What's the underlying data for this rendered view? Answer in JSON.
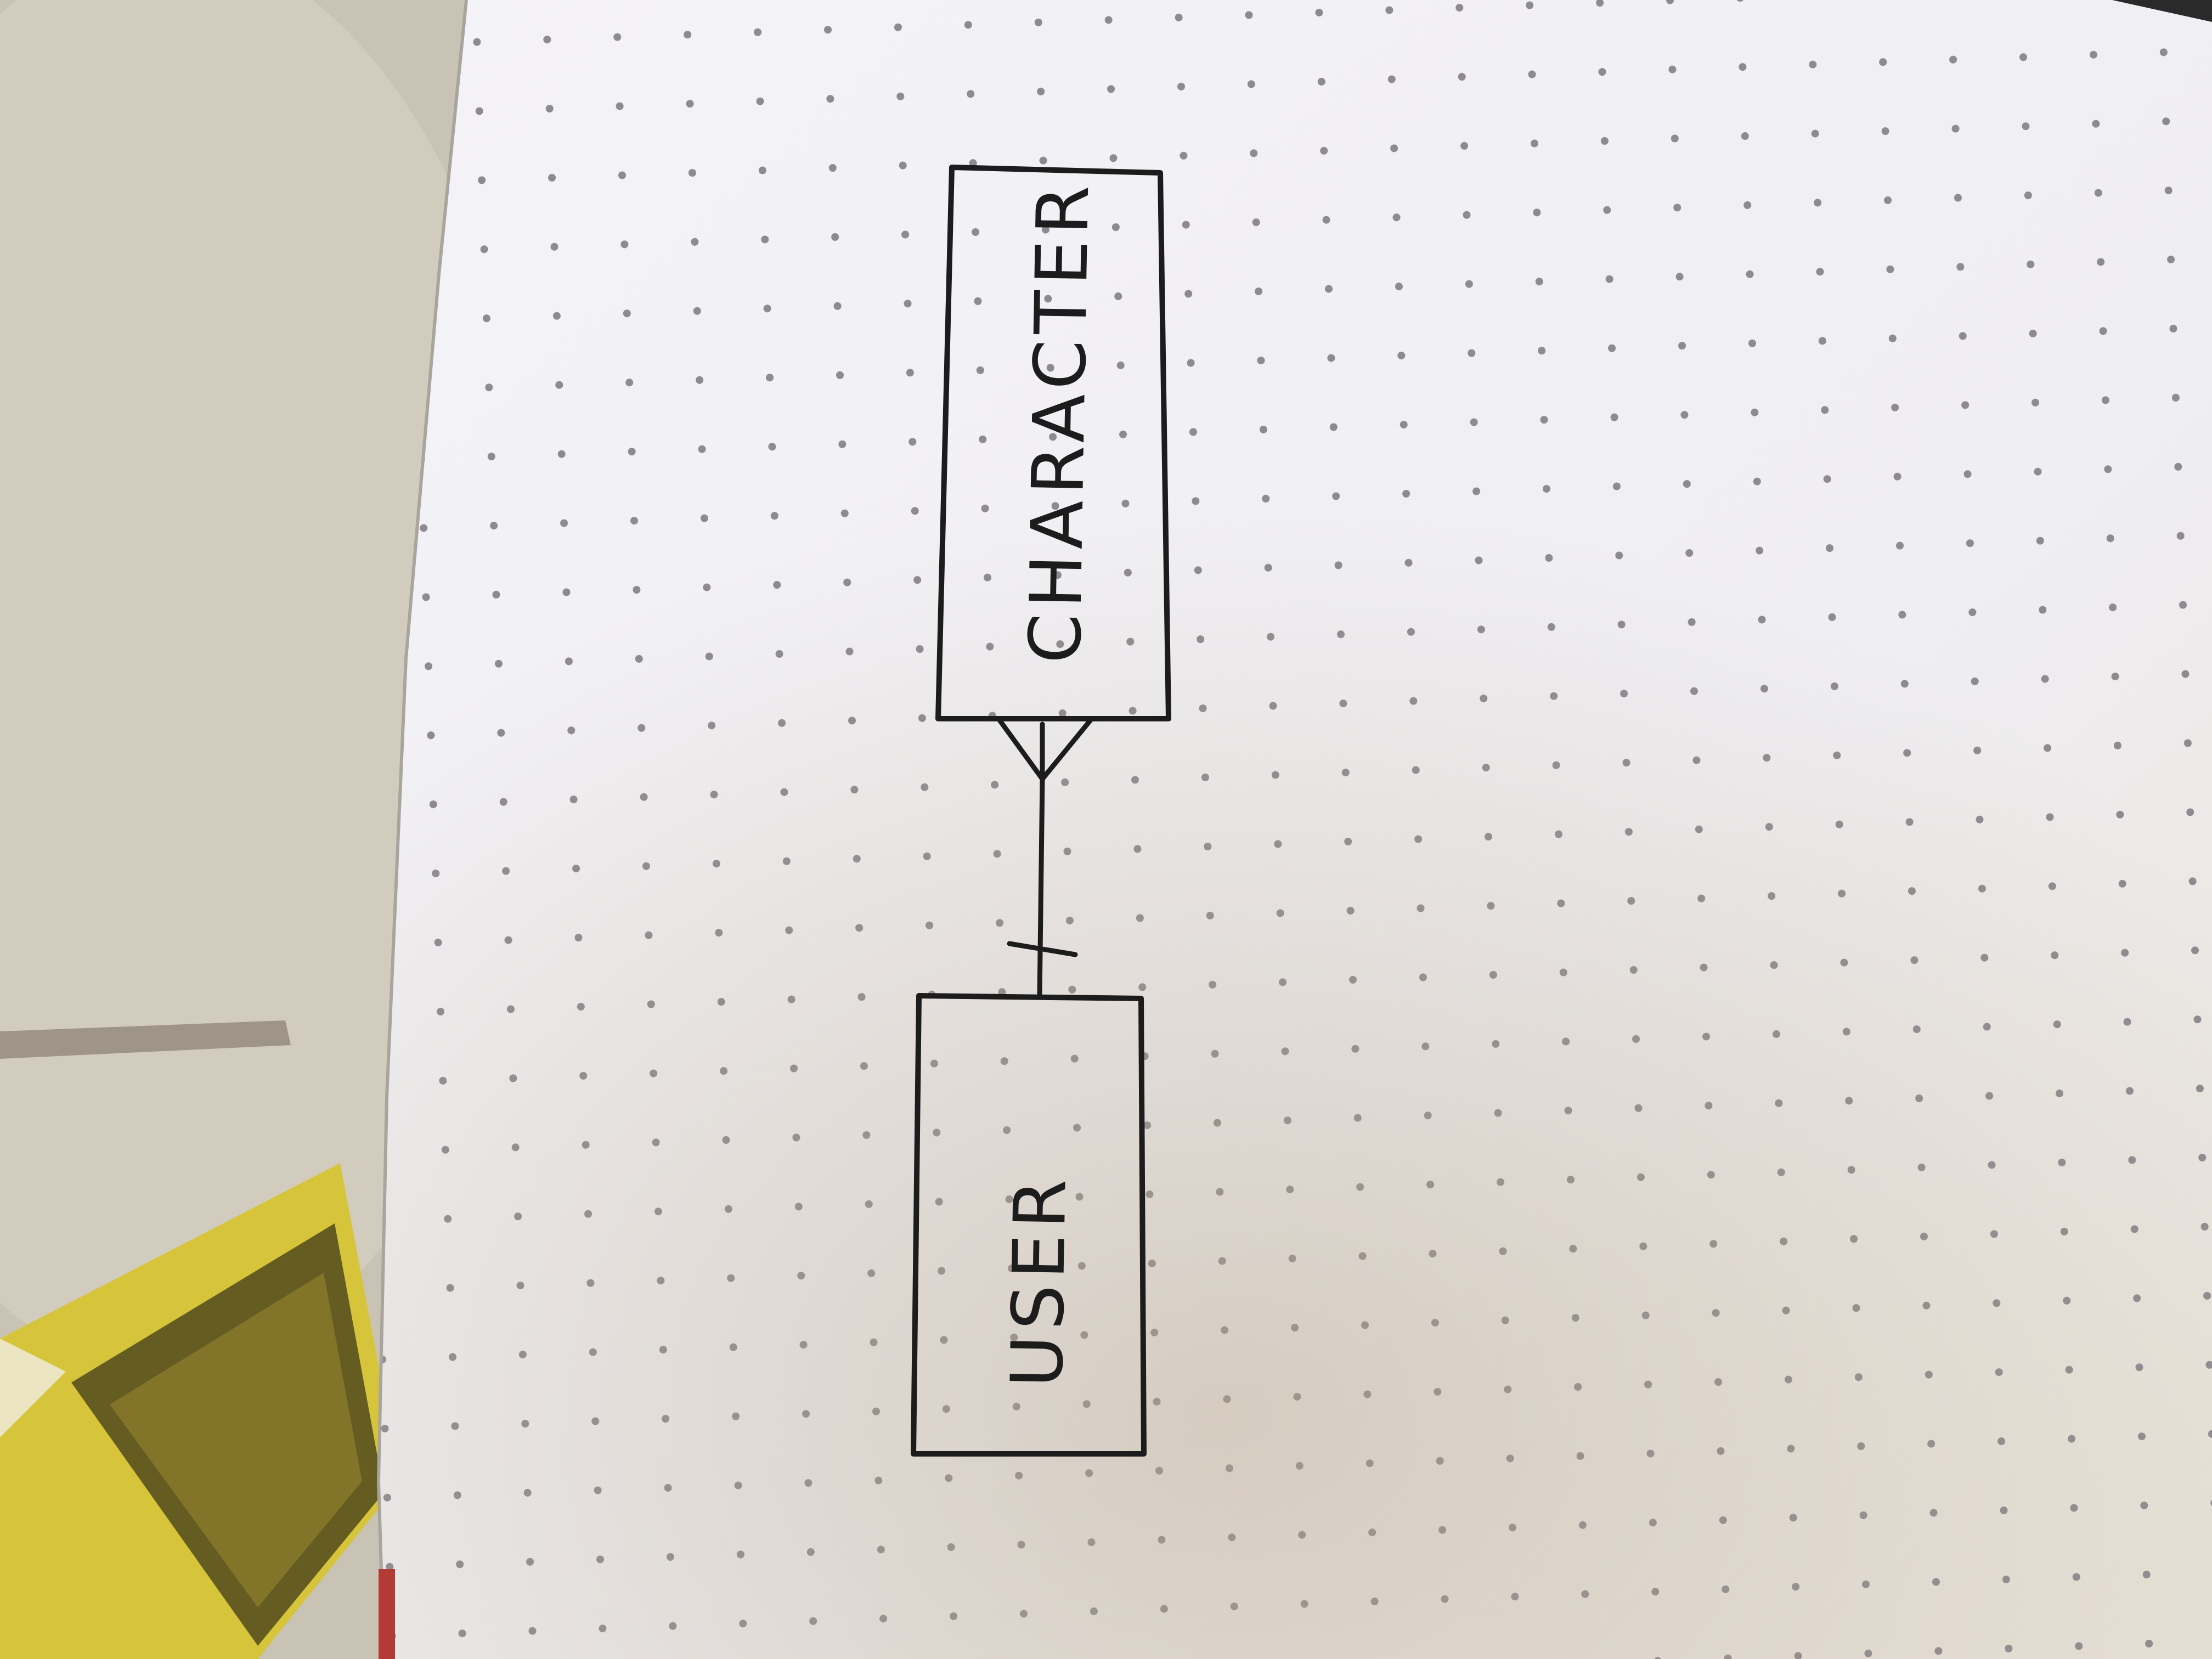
{
  "diagram": {
    "type": "entity-relationship",
    "entities": [
      {
        "id": "user",
        "label": "USER"
      },
      {
        "id": "character",
        "label": "CHARACTER"
      }
    ],
    "relationships": [
      {
        "from": "user",
        "to": "character",
        "from_cardinality": "one",
        "to_cardinality": "many",
        "notation": "crows-foot"
      }
    ]
  },
  "colors": {
    "paper": "#f3f2f5",
    "ink": "#1c1c1c",
    "dots": "#8d8a90",
    "table": "#c8c2b4",
    "object_yellow": "#d6c43a"
  }
}
